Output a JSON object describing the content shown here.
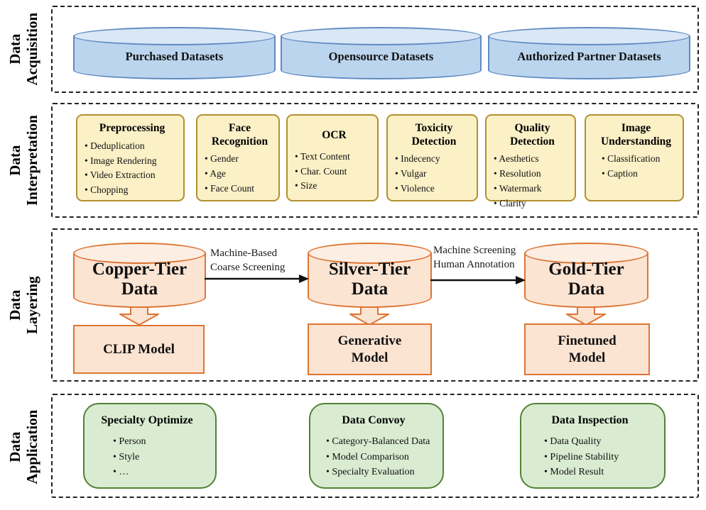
{
  "colors": {
    "blue_fill": "#bcd5ee",
    "blue_top": "#d9e7f6",
    "blue_border": "#5f8ac2",
    "yellow_fill": "#fbf0c6",
    "yellow_border": "#b3902f",
    "orange_fill": "#fce4d3",
    "orange_top": "#fdeee3",
    "orange_border": "#dd7433",
    "green_fill": "#d9ecd2",
    "green_border": "#538135"
  },
  "sections": {
    "acquisition": {
      "label": "Data\nAcquisition",
      "datasets": [
        "Purchased Datasets",
        "Opensource Datasets",
        "Authorized Partner Datasets"
      ]
    },
    "interpretation": {
      "label": "Data\nInterpretation",
      "modules": [
        {
          "title": "Preprocessing",
          "items": [
            "Deduplication",
            "Image Rendering",
            "Video Extraction",
            "Chopping"
          ]
        },
        {
          "title": "Face\nRecognition",
          "items": [
            "Gender",
            "Age",
            "Face Count"
          ]
        },
        {
          "title": "OCR",
          "items": [
            "Text Content",
            "Char. Count",
            "Size"
          ]
        },
        {
          "title": "Toxicity\nDetection",
          "items": [
            "Indecency",
            "Vulgar",
            "Violence"
          ]
        },
        {
          "title": "Quality\nDetection",
          "items": [
            "Aesthetics",
            "Resolution",
            "Watermark",
            "Clarity"
          ]
        },
        {
          "title": "Image\nUnderstanding",
          "items": [
            "Classification",
            "Caption"
          ]
        }
      ]
    },
    "layering": {
      "label": "Data\nLayering",
      "tiers": [
        {
          "cylinder": "Copper-Tier\nData",
          "model": "CLIP Model"
        },
        {
          "cylinder": "Silver-Tier\nData",
          "model": "Generative\nModel"
        },
        {
          "cylinder": "Gold-Tier\nData",
          "model": "Finetuned\nModel"
        }
      ],
      "transitions": [
        {
          "label": "Machine-Based\nCoarse Screening"
        },
        {
          "label": "Machine Screening\nHuman Annotation"
        }
      ]
    },
    "application": {
      "label": "Data\nApplication",
      "modules": [
        {
          "title": "Specialty Optimize",
          "items": [
            "Person",
            "Style",
            "…"
          ]
        },
        {
          "title": "Data Convoy",
          "items": [
            "Category-Balanced Data",
            "Model Comparison",
            "Specialty Evaluation"
          ]
        },
        {
          "title": "Data Inspection",
          "items": [
            "Data Quality",
            "Pipeline Stability",
            "Model Result"
          ]
        }
      ]
    }
  }
}
